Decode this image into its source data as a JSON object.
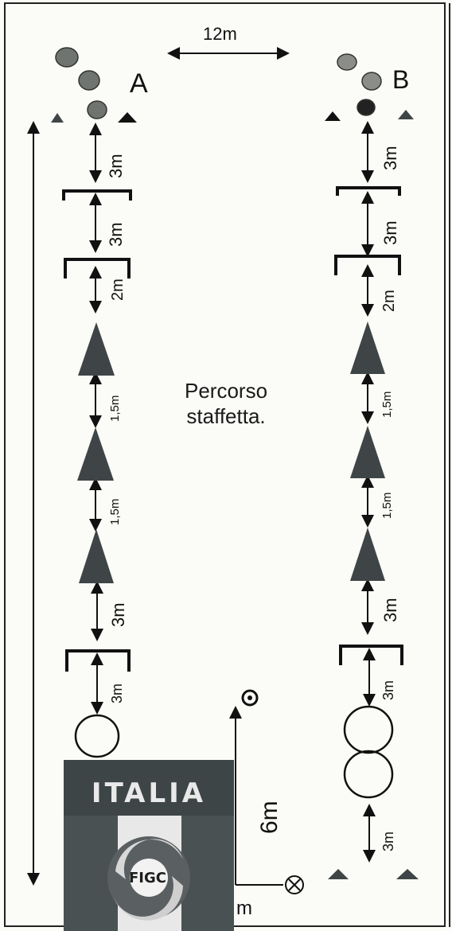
{
  "header": {
    "width_label": "12m",
    "team_a": "A",
    "team_b": "B"
  },
  "course_title": [
    "Percorso",
    "staffetta."
  ],
  "left_column": {
    "distances": [
      "3m",
      "3m",
      "2m",
      "1,5m",
      "1,5m",
      "3m",
      "3m"
    ]
  },
  "right_column": {
    "distances": [
      "3m",
      "3m",
      "2m",
      "1,5m",
      "1,5m",
      "3m",
      "3m",
      "3m"
    ]
  },
  "side_distance": "6m",
  "crest": {
    "title": "ITALIA",
    "subtitle": "FIGC"
  },
  "bottom_fragment": "m",
  "colors": {
    "ink": "#111111",
    "cone": "#3f4546",
    "ball": "#7a7d78",
    "paper": "#fbfbf7",
    "crest": "#3d4546"
  }
}
